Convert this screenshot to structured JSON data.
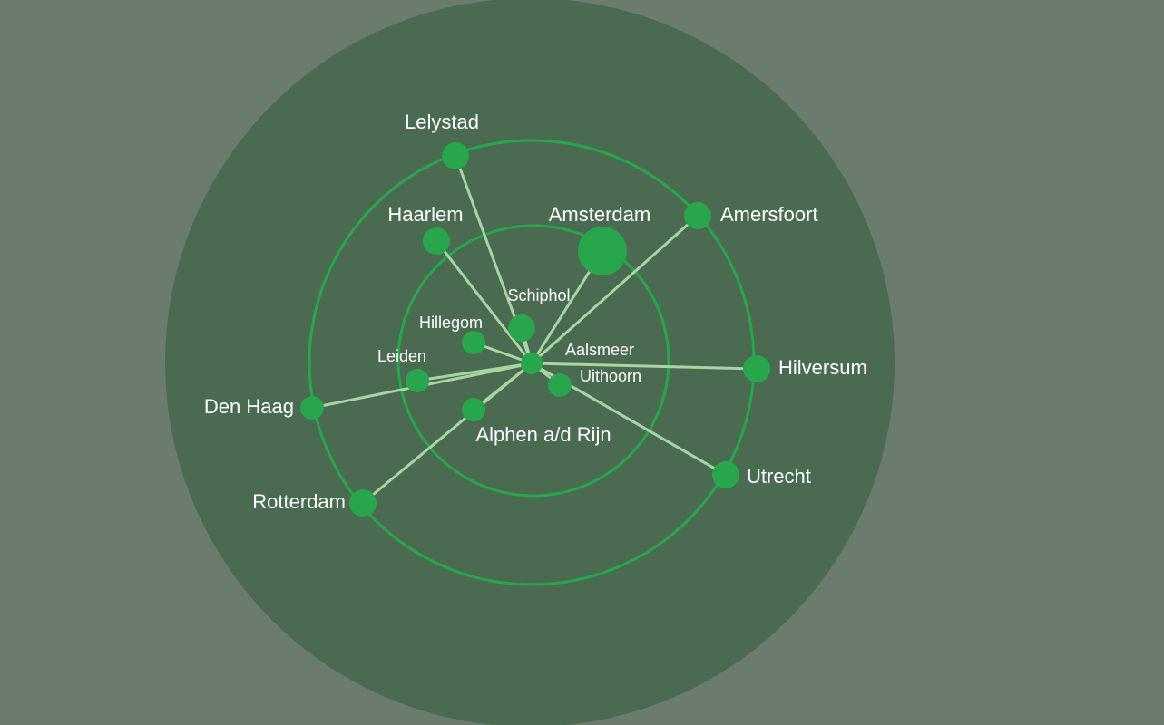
{
  "colors": {
    "page_background": "#6b7b6d",
    "disc": "#4a6b52",
    "ring": "#27a64c",
    "node": "#27a64c",
    "link": "#a8d5a2",
    "label": "#ffffff"
  },
  "hub": "Aalsmeer",
  "places": [
    {
      "id": "lelystad",
      "name": "Lelystad"
    },
    {
      "id": "haarlem",
      "name": "Haarlem"
    },
    {
      "id": "amsterdam",
      "name": "Amsterdam"
    },
    {
      "id": "amersfoort",
      "name": "Amersfoort"
    },
    {
      "id": "schiphol",
      "name": "Schiphol"
    },
    {
      "id": "hillegom",
      "name": "Hillegom"
    },
    {
      "id": "aalsmeer",
      "name": "Aalsmeer"
    },
    {
      "id": "leiden",
      "name": "Leiden"
    },
    {
      "id": "uithoorn",
      "name": "Uithoorn"
    },
    {
      "id": "hilversum",
      "name": "Hilversum"
    },
    {
      "id": "den-haag",
      "name": "Den Haag"
    },
    {
      "id": "alphen",
      "name": "Alphen a/d Rijn"
    },
    {
      "id": "utrecht",
      "name": "Utrecht"
    },
    {
      "id": "rotterdam",
      "name": "Rotterdam"
    }
  ],
  "connections": [
    "lelystad",
    "haarlem",
    "amsterdam",
    "amersfoort",
    "schiphol",
    "hillegom",
    "leiden",
    "uithoorn",
    "hilversum",
    "den-haag",
    "alphen",
    "utrecht",
    "rotterdam"
  ]
}
